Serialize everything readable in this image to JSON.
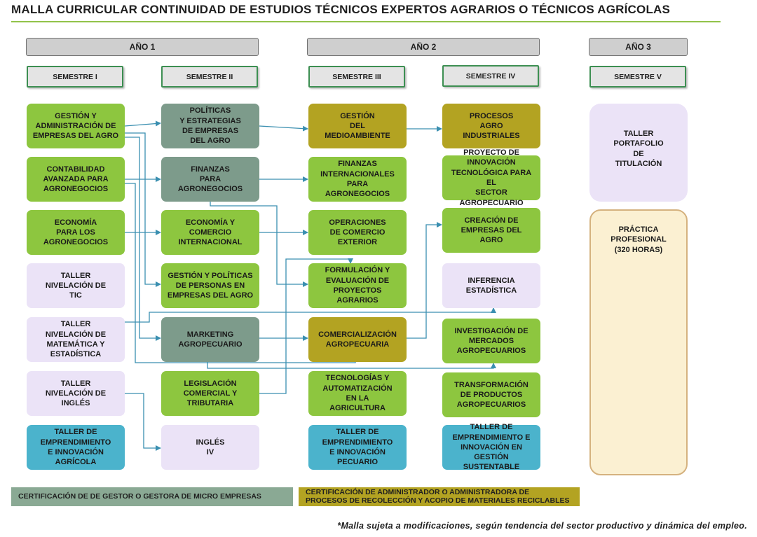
{
  "title": "MALLA CURRICULAR CONTINUIDAD DE ESTUDIOS TÉCNICOS EXPERTOS AGRARIOS O TÉCNICOS AGRÍCOLAS",
  "years": [
    "AÑO 1",
    "AÑO 2",
    "AÑO 3"
  ],
  "semesters": [
    "SEMESTRE I",
    "SEMESTRE II",
    "SEMESTRE III",
    "SEMESTRE IV",
    "SEMESTRE V"
  ],
  "sem1": [
    "GESTIÓN Y\nADMINISTRACIÓN DE\nEMPRESAS DEL AGRO",
    "CONTABILIDAD\nAVANZADA PARA\nAGRONEGOCIOS",
    "ECONOMÍA\nPARA LOS\nAGRONEGOCIOS",
    "TALLER\nNIVELACIÓN DE\nTIC",
    "TALLER\nNIVELACIÓN DE\nMATEMÁTICA Y\nESTADÍSTICA",
    "TALLER\nNIVELACIÓN DE\nINGLÉS",
    "TALLER DE\nEMPRENDIMIENTO\nE INNOVACIÓN\nAGRÍCOLA"
  ],
  "sem2": [
    "POLÍTICAS\nY ESTRATEGIAS\nDE EMPRESAS\nDEL AGRO",
    "FINANZAS\nPARA\nAGRONEGOCIOS",
    "ECONOMÍA Y\nCOMERCIO\nINTERNACIONAL",
    "GESTIÓN Y POLÍTICAS\nDE PERSONAS EN\nEMPRESAS DEL AGRO",
    "MARKETING\nAGROPECUARIO",
    "LEGISLACIÓN\nCOMERCIAL Y\nTRIBUTARIA",
    "INGLÉS\nIV"
  ],
  "sem3": [
    "GESTIÓN\nDEL\nMEDIOAMBIENTE",
    "FINANZAS\nINTERNACIONALES\nPARA\nAGRONEGOCIOS",
    "OPERACIONES\nDE COMERCIO\nEXTERIOR",
    "FORMULACIÓN Y\nEVALUACIÓN DE\nPROYECTOS AGRARIOS",
    "COMERCIALIZACIÓN\nAGROPECUARIA",
    "TECNOLOGÍAS Y\nAUTOMATIZACIÓN\nEN LA\nAGRICULTURA",
    "TALLER DE\nEMPRENDIMIENTO\nE INNOVACIÓN\nPECUARIO"
  ],
  "sem4": [
    "PROCESOS\nAGRO\nINDUSTRIALES",
    "PROYECTO DE\nINNOVACIÓN\nTECNOLÓGICA PARA EL\nSECTOR AGROPECUARIO",
    "CREACIÓN DE\nEMPRESAS DEL\nAGRO",
    "INFERENCIA\nESTADÍSTICA",
    "INVESTIGACIÓN DE\nMERCADOS\nAGROPECUARIOS",
    "TRANSFORMACIÓN\nDE PRODUCTOS\nAGROPECUARIOS",
    "TALLER DE\nEMPRENDIMIENTO E\nINNOVACIÓN EN\nGESTIÓN SUSTENTABLE"
  ],
  "sem5": [
    "TALLER\nPORTAFOLIO\nDE\nTITULACIÓN",
    "PRÁCTICA\nPROFESIONAL\n(320 HORAS)"
  ],
  "certifications": [
    "CERTIFICACIÓN DE DE GESTOR O GESTORA DE MICRO EMPRESAS",
    "CERTIFICACIÓN DE ADMINISTRADOR O ADMINISTRADORA DE\nPROCESOS DE RECOLECCIÓN Y ACOPIO DE MATERIALES RECICLABLES"
  ],
  "footnote": "*Malla sujeta a modificaciones, según tendencia del sector productivo y dinámica del empleo.",
  "colors": {
    "core_green": "#8dc63f",
    "leveling_lavender": "#ebe3f7",
    "gray_green": "#7d9b8b",
    "olive": "#b3a322",
    "entrepreneurship_blue": "#4bb3cc",
    "practice_cream": "#fbf0d2",
    "arrow": "#3a8fb0"
  }
}
